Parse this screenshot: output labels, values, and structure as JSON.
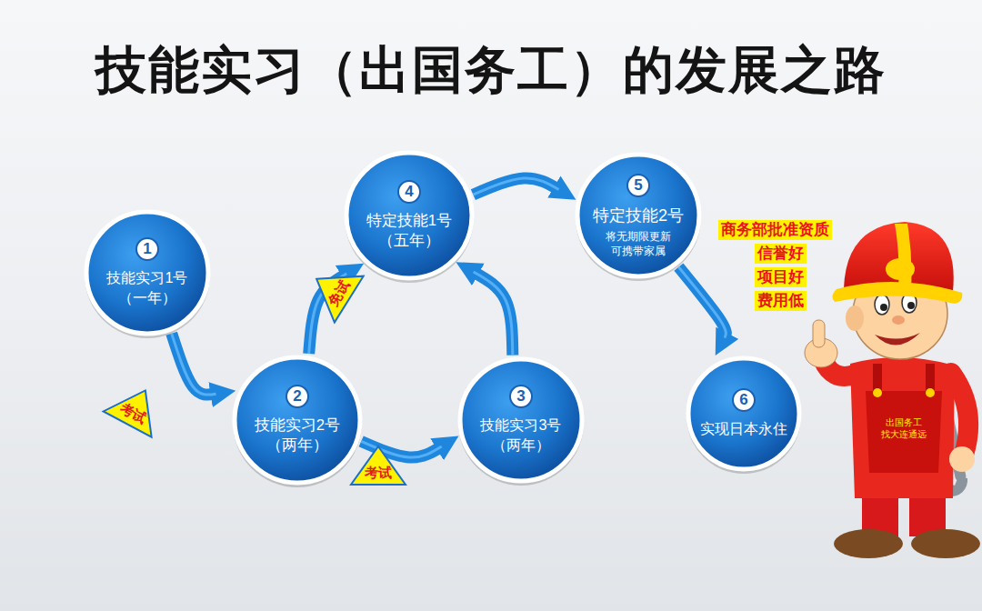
{
  "diagram": {
    "title": "技能实习（出国务工）的发展之路",
    "nodes": [
      {
        "text": [
          "1",
          "技能实习1号 （一年）"
        ]
      },
      {
        "text": [
          "2",
          "技能实习2号 （两年）"
        ]
      },
      {
        "text": [
          "3",
          "技能实习3号 （两年）"
        ]
      },
      {
        "text": [
          "4",
          "特定技能1号 （五年）"
        ]
      },
      {
        "text": [
          "5",
          "特定技能2号",
          "将无期限更新 可携带家属"
        ]
      },
      {
        "text": [
          "6",
          "实现日本永住"
        ]
      }
    ],
    "edges": [
      {
        "from": 0,
        "to": 1,
        "label": "考试",
        "arrow": "to"
      },
      {
        "from": 1,
        "to": 2,
        "label": "考试",
        "arrow": "to"
      },
      {
        "from": 1,
        "to": 3,
        "label": "免试",
        "arrow": "to"
      },
      {
        "from": 2,
        "to": 3,
        "arrow": "to"
      },
      {
        "from": 3,
        "to": 4,
        "arrow": "to"
      },
      {
        "from": 4,
        "to": 5,
        "arrow": "to"
      }
    ],
    "labels": [
      "商务部批准资质",
      "信誉好",
      "项目好",
      "费用低",
      "出国务工 找大连通远"
    ]
  }
}
